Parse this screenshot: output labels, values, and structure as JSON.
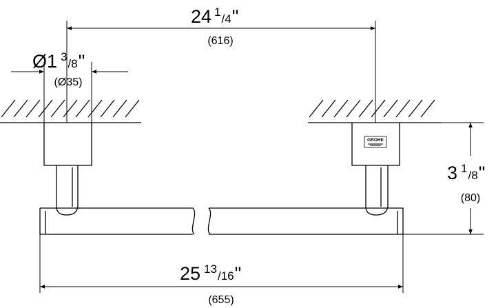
{
  "dimensions": {
    "mount_spacing": {
      "whole": "24",
      "num": "1",
      "den": "4",
      "unit": "\"",
      "metric": "(616)"
    },
    "diameter": {
      "symbol": "Ø",
      "whole": "1",
      "num": "3",
      "den": "8",
      "unit": "\"",
      "metric": "(Ø35)"
    },
    "projection": {
      "whole": "3",
      "num": "1",
      "den": "8",
      "unit": "\"",
      "metric": "(80)"
    },
    "overall_length": {
      "whole": "25",
      "num": "13",
      "den": "16",
      "unit": "\"",
      "metric": "(655)"
    }
  },
  "brand": {
    "logo_text": "GROHE"
  },
  "colors": {
    "line": "#000000",
    "background": "#ffffff"
  }
}
